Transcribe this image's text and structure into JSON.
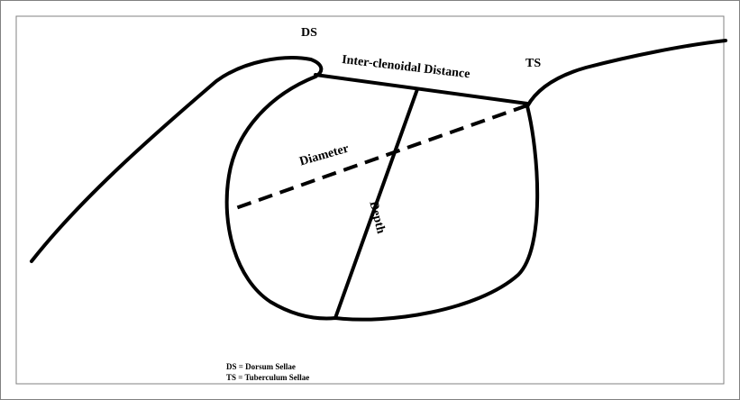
{
  "labels": {
    "ds": "DS",
    "ts": "TS",
    "inter_clinoidal": "Inter-clenoidal Distance",
    "diameter": "Diameter",
    "depth": "Depth"
  },
  "legend": [
    "DS = Dorsum Sellae",
    "TS = Tuberculum Sellae"
  ],
  "colors": {
    "stroke": "#000000",
    "frame": "#808080",
    "background": "#ffffff"
  }
}
